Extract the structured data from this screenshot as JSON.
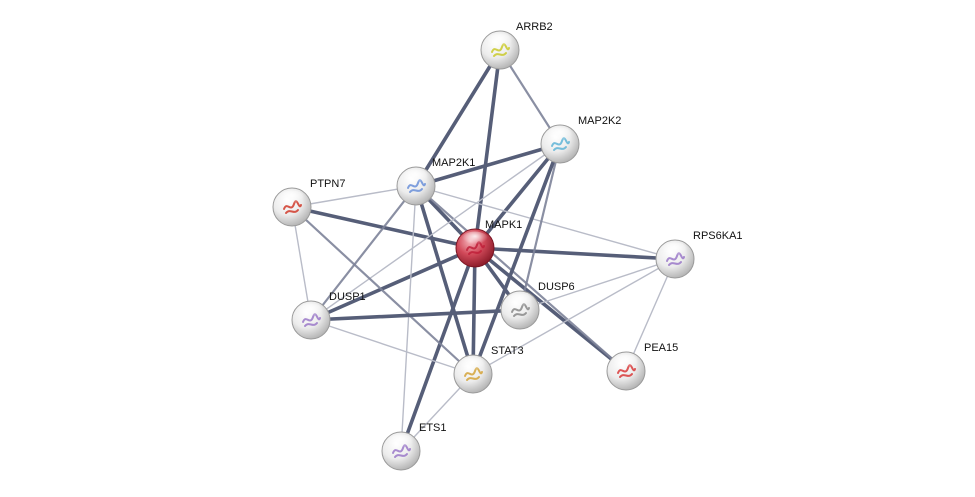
{
  "nodes": [
    {
      "id": "MAPK1",
      "label": "MAPK1",
      "query": true,
      "glyph": "#c0203a"
    },
    {
      "id": "ARRB2",
      "label": "ARRB2",
      "glyph": "#c9c92a"
    },
    {
      "id": "MAP2K2",
      "label": "MAP2K2",
      "glyph": "#5fb4d6"
    },
    {
      "id": "MAP2K1",
      "label": "MAP2K1",
      "glyph": "#6a8fd8"
    },
    {
      "id": "PTPN7",
      "label": "PTPN7",
      "glyph": "#d03a2a"
    },
    {
      "id": "RPS6KA1",
      "label": "RPS6KA1",
      "glyph": "#9a78c8"
    },
    {
      "id": "DUSP6",
      "label": "DUSP6",
      "glyph": "#888888"
    },
    {
      "id": "DUSP1",
      "label": "DUSP1",
      "glyph": "#9a78c8"
    },
    {
      "id": "STAT3",
      "label": "STAT3",
      "glyph": "#d4a33a"
    },
    {
      "id": "PEA15",
      "label": "PEA15",
      "glyph": "#d83a3a"
    },
    {
      "id": "ETS1",
      "label": "ETS1",
      "glyph": "#9a78c8"
    }
  ],
  "edges": [
    {
      "source": "MAPK1",
      "target": "ARRB2",
      "strength": "strong"
    },
    {
      "source": "MAPK1",
      "target": "MAP2K2",
      "strength": "strong"
    },
    {
      "source": "MAPK1",
      "target": "MAP2K1",
      "strength": "strong"
    },
    {
      "source": "MAPK1",
      "target": "PTPN7",
      "strength": "strong"
    },
    {
      "source": "MAPK1",
      "target": "RPS6KA1",
      "strength": "strong"
    },
    {
      "source": "MAPK1",
      "target": "DUSP6",
      "strength": "strong"
    },
    {
      "source": "MAPK1",
      "target": "DUSP1",
      "strength": "strong"
    },
    {
      "source": "MAPK1",
      "target": "STAT3",
      "strength": "strong"
    },
    {
      "source": "MAPK1",
      "target": "PEA15",
      "strength": "strong"
    },
    {
      "source": "MAPK1",
      "target": "ETS1",
      "strength": "strong"
    },
    {
      "source": "MAP2K1",
      "target": "ARRB2",
      "strength": "strong"
    },
    {
      "source": "MAP2K1",
      "target": "MAP2K2",
      "strength": "strong"
    },
    {
      "source": "MAP2K1",
      "target": "PTPN7",
      "strength": "weak"
    },
    {
      "source": "MAP2K1",
      "target": "RPS6KA1",
      "strength": "weak"
    },
    {
      "source": "MAP2K1",
      "target": "DUSP1",
      "strength": "medium"
    },
    {
      "source": "MAP2K1",
      "target": "STAT3",
      "strength": "strong"
    },
    {
      "source": "MAP2K1",
      "target": "PEA15",
      "strength": "medium"
    },
    {
      "source": "MAP2K1",
      "target": "ETS1",
      "strength": "weak"
    },
    {
      "source": "MAP2K2",
      "target": "ARRB2",
      "strength": "medium"
    },
    {
      "source": "MAP2K2",
      "target": "DUSP6",
      "strength": "medium"
    },
    {
      "source": "MAP2K2",
      "target": "STAT3",
      "strength": "strong"
    },
    {
      "source": "MAP2K2",
      "target": "DUSP1",
      "strength": "weak"
    },
    {
      "source": "PTPN7",
      "target": "DUSP1",
      "strength": "weak"
    },
    {
      "source": "PTPN7",
      "target": "STAT3",
      "strength": "medium"
    },
    {
      "source": "DUSP1",
      "target": "DUSP6",
      "strength": "strong"
    },
    {
      "source": "DUSP1",
      "target": "STAT3",
      "strength": "weak"
    },
    {
      "source": "DUSP6",
      "target": "RPS6KA1",
      "strength": "weak"
    },
    {
      "source": "STAT3",
      "target": "RPS6KA1",
      "strength": "weak"
    },
    {
      "source": "STAT3",
      "target": "ETS1",
      "strength": "weak"
    },
    {
      "source": "RPS6KA1",
      "target": "PEA15",
      "strength": "weak"
    }
  ],
  "colors": {
    "edge": "#565e78",
    "node_body": "#e8e8e8",
    "node_query": "#d24a5a"
  }
}
